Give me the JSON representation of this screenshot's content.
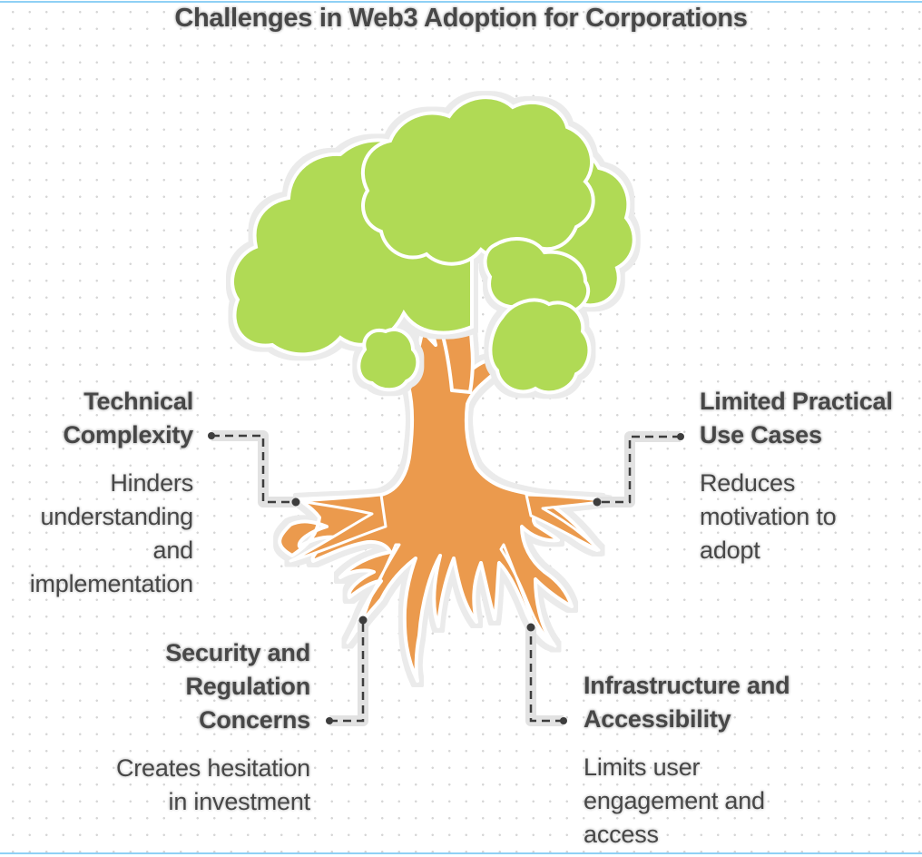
{
  "title": "Challenges in Web3 Adoption for Corporations",
  "colors": {
    "foliage": "#b0da55",
    "trunk": "#eb9a4d",
    "outline": "#ffffff",
    "halo": "#ebebeb",
    "text": "#474747",
    "connector": "#3d3d3d",
    "frame": "#8fd0f5"
  },
  "challenges": [
    {
      "id": "technical",
      "title_lines": [
        "Technical",
        "Complexity"
      ],
      "description_lines": [
        "Hinders",
        "understanding",
        "and",
        "implementation"
      ]
    },
    {
      "id": "limited",
      "title_lines": [
        "Limited Practical",
        "Use Cases"
      ],
      "description_lines": [
        "Reduces",
        "motivation to",
        "adopt"
      ]
    },
    {
      "id": "security",
      "title_lines": [
        "Security and",
        "Regulation",
        "Concerns"
      ],
      "description_lines": [
        "Creates hesitation",
        "in investment"
      ]
    },
    {
      "id": "infrastructure",
      "title_lines": [
        "Infrastructure and",
        "Accessibility"
      ],
      "description_lines": [
        "Limits user",
        "engagement and",
        "access"
      ]
    }
  ]
}
